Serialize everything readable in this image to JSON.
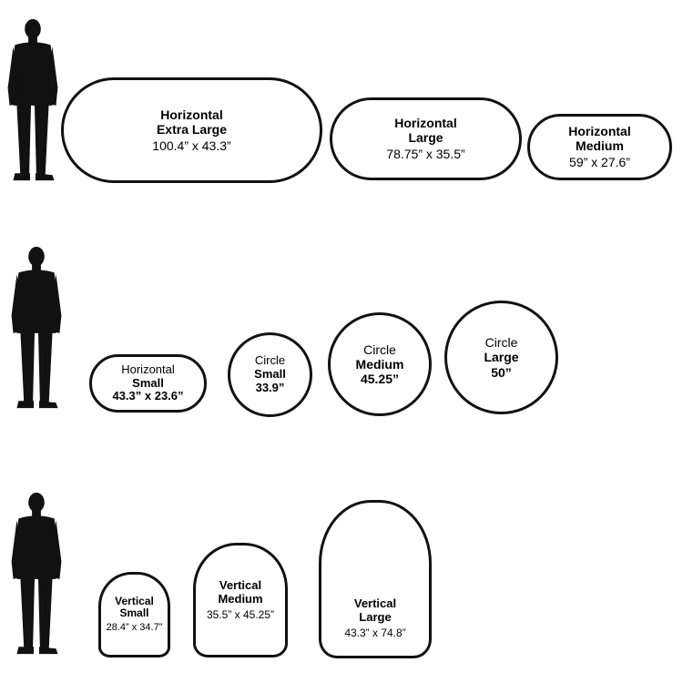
{
  "sizes": {
    "horizontal_xl": {
      "line1": "Horizontal",
      "line2": "Extra Large",
      "dims": "100.4” x 43.3”"
    },
    "horizontal_l": {
      "line1": "Horizontal",
      "line2": "Large",
      "dims": "78.75” x 35.5”"
    },
    "horizontal_m": {
      "line1": "Horizontal",
      "line2": "Medium",
      "dims": "59” x 27.6”"
    },
    "horizontal_s": {
      "line1": "Horizontal",
      "line2": "Small",
      "dims": "43.3” x 23.6”"
    },
    "circle_s": {
      "line1": "Circle",
      "line2": "Small",
      "dims": "33.9”"
    },
    "circle_m": {
      "line1": "Circle",
      "line2": "Medium",
      "dims": "45.25”"
    },
    "circle_l": {
      "line1": "Circle",
      "line2": "Large",
      "dims": "50”"
    },
    "vertical_s": {
      "line1": "Vertical",
      "line2": "Small",
      "dims": "28.4” x 34.7”"
    },
    "vertical_m": {
      "line1": "Vertical",
      "line2": "Medium",
      "dims": "35.5” x 45.25”"
    },
    "vertical_l": {
      "line1": "Vertical",
      "line2": "Large",
      "dims": "43.3” x 74.8”"
    }
  },
  "colors": {
    "outline": "#111111",
    "silhouette": "#111111",
    "background": "#ffffff"
  }
}
